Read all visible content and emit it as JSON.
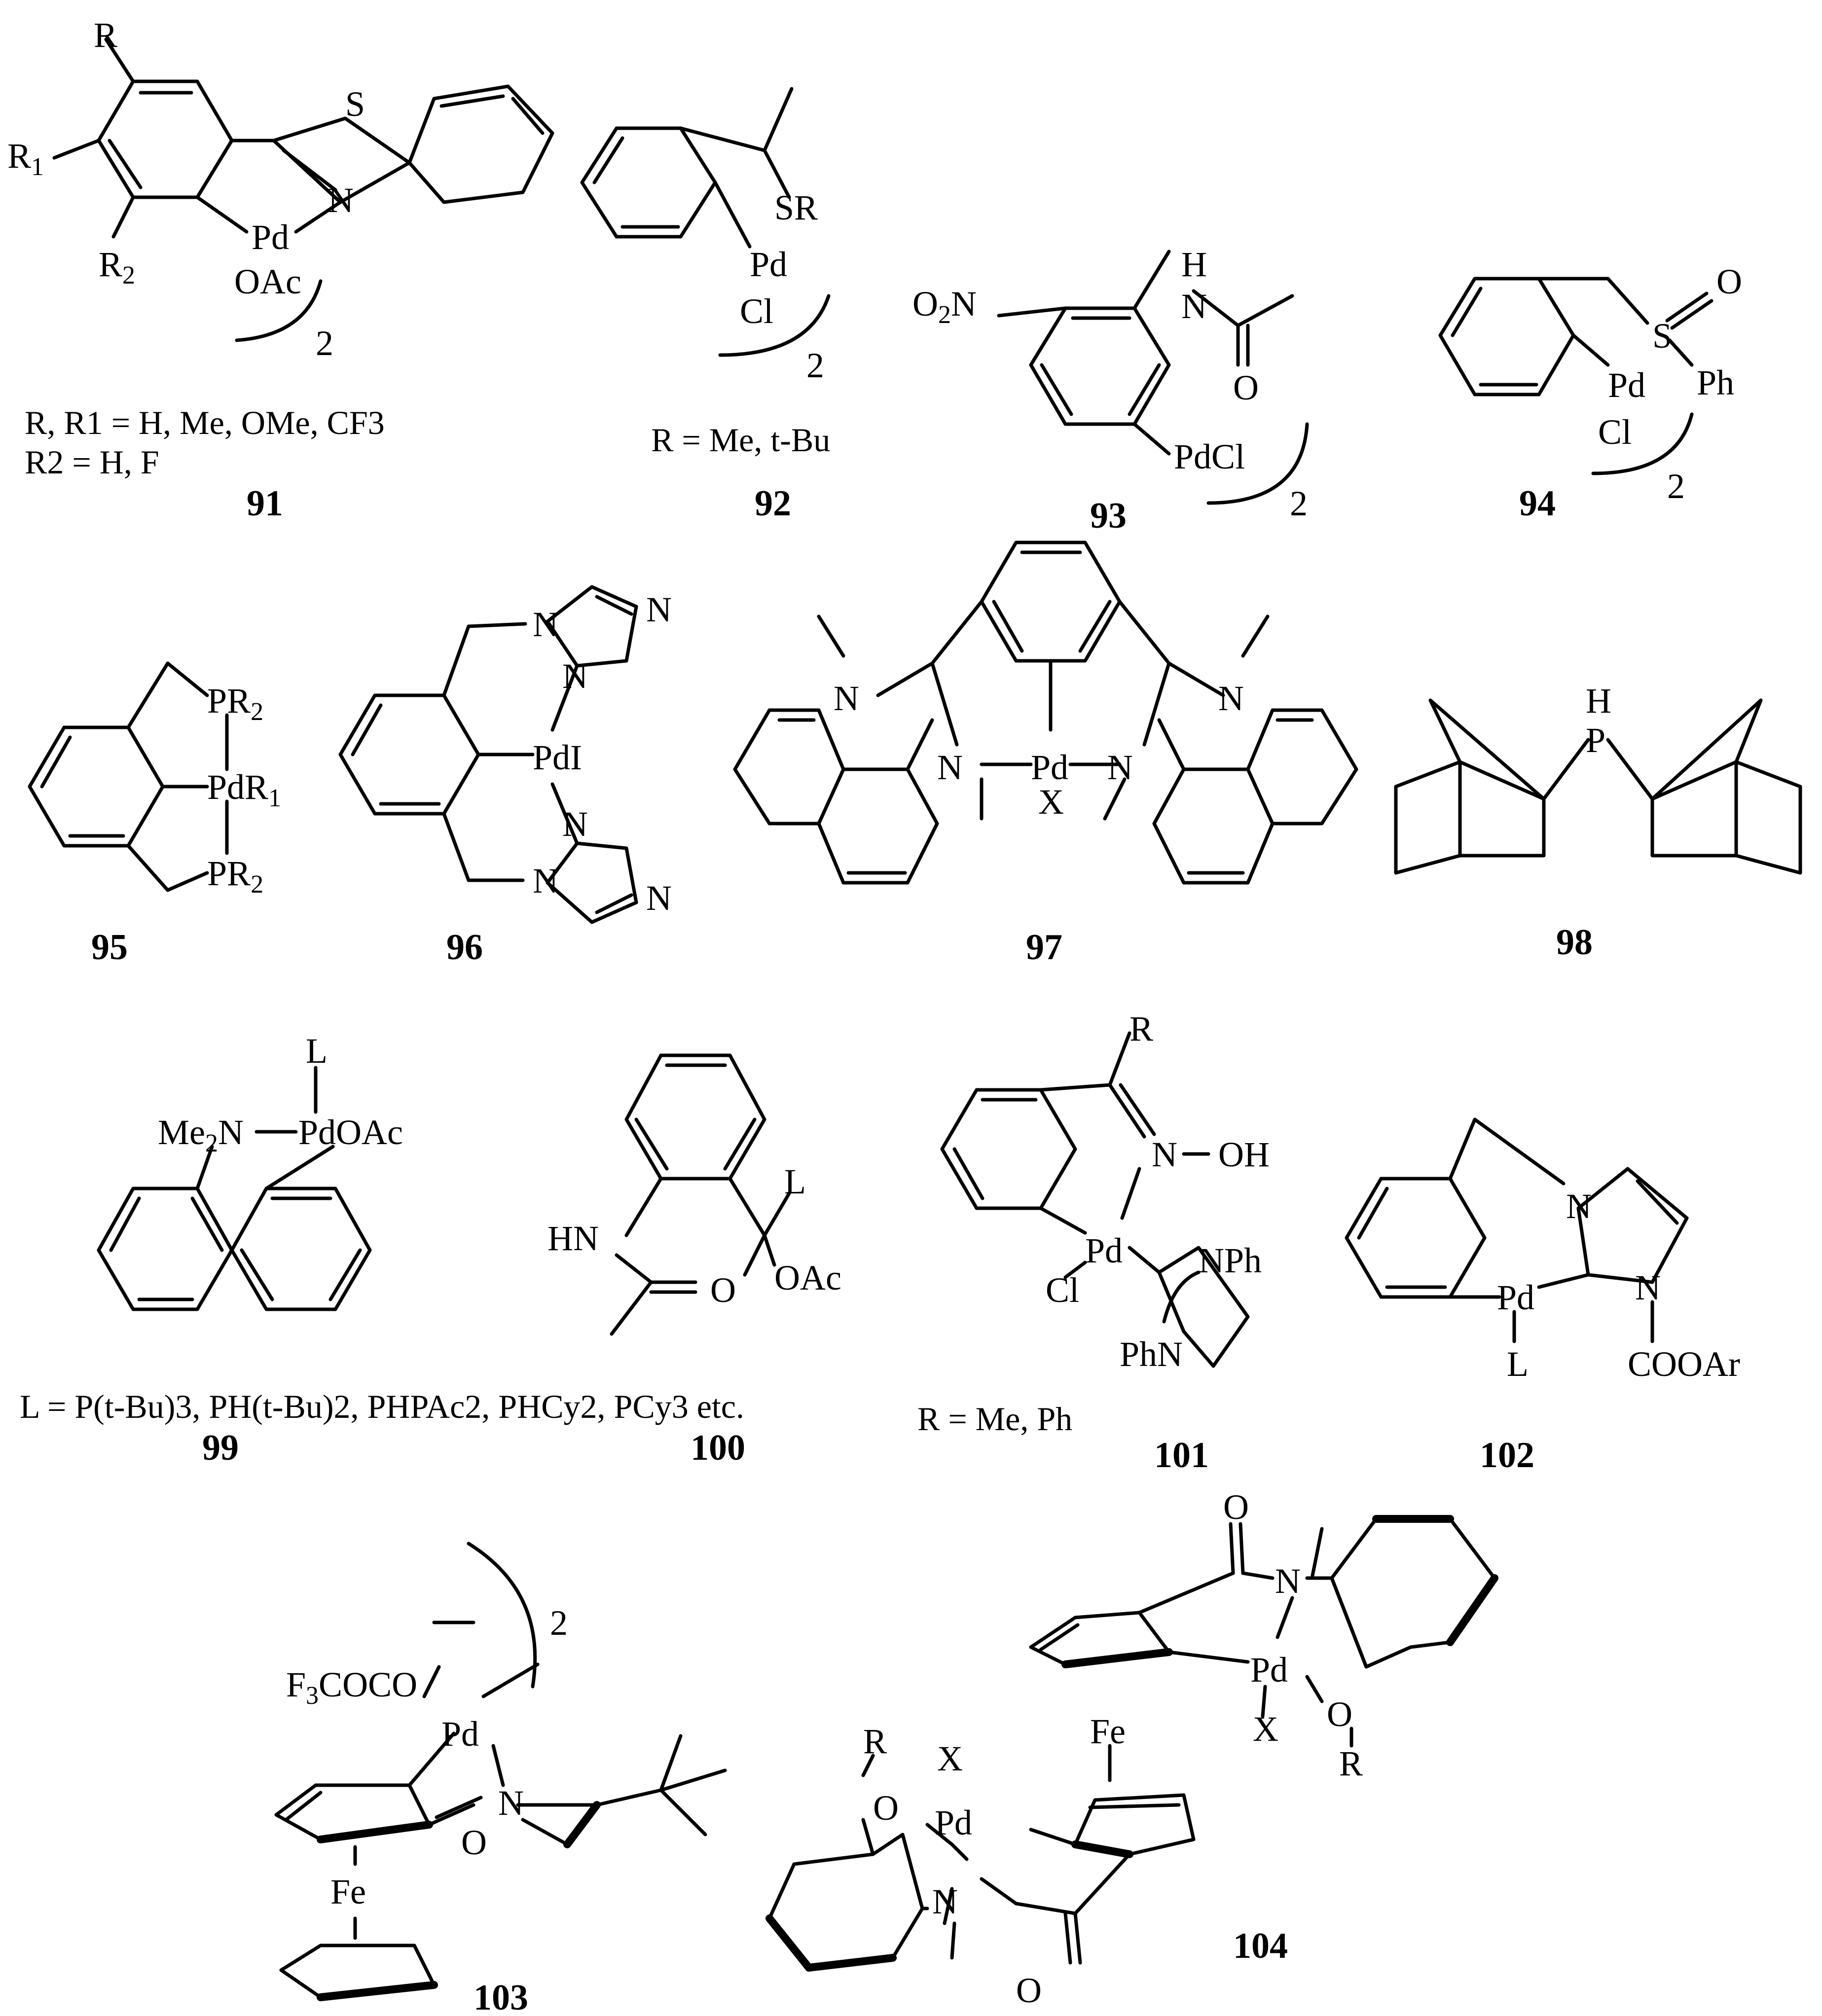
{
  "compounds": [
    {
      "number": "91",
      "substituents": [
        "R, R1 = H, Me, OMe, CF3",
        "R2 = H, F"
      ],
      "atom_labels": [
        "R",
        "R1",
        "R2",
        "S",
        "N",
        "Pd",
        "OAc",
        "2"
      ]
    },
    {
      "number": "92",
      "substituents": [
        "R = Me, t-Bu"
      ],
      "atom_labels": [
        "SR",
        "Pd",
        "Cl",
        "2"
      ]
    },
    {
      "number": "93",
      "substituents": [],
      "atom_labels": [
        "O2N",
        "H",
        "N",
        "O",
        "PdCl",
        "2"
      ]
    },
    {
      "number": "94",
      "substituents": [],
      "atom_labels": [
        "S",
        "O",
        "Ph",
        "Pd",
        "Cl",
        "2"
      ]
    },
    {
      "number": "95",
      "substituents": [],
      "atom_labels": [
        "PR2",
        "PdR1",
        "PR2"
      ]
    },
    {
      "number": "96",
      "substituents": [],
      "atom_labels": [
        "N",
        "N",
        "N",
        "PdI",
        "N",
        "N",
        "N"
      ]
    },
    {
      "number": "97",
      "substituents": [],
      "atom_labels": [
        "N",
        "N",
        "Pd",
        "X",
        "N",
        "N"
      ]
    },
    {
      "number": "98",
      "substituents": [],
      "atom_labels": [
        "H",
        "P"
      ]
    },
    {
      "number": "99",
      "substituents": [
        "L = P(t-Bu)3, PH(t-Bu)2, PHPAc2, PHCy2, PCy3 etc."
      ],
      "atom_labels": [
        "L",
        "Me2N",
        "PdOAc"
      ]
    },
    {
      "number": "100",
      "substituents": [],
      "atom_labels": [
        "HN",
        "O",
        "L",
        "OAc"
      ]
    },
    {
      "number": "101",
      "substituents": [
        "R = Me, Ph"
      ],
      "atom_labels": [
        "R",
        "N",
        "OH",
        "Pd",
        "Cl",
        "NPh",
        "PhN"
      ]
    },
    {
      "number": "102",
      "substituents": [],
      "atom_labels": [
        "N",
        "N",
        "Pd",
        "L",
        "COOAr"
      ]
    },
    {
      "number": "103",
      "substituents": [],
      "atom_labels": [
        "F3COCO",
        "2",
        "Pd",
        "N",
        "O",
        "Fe"
      ]
    },
    {
      "number": "104",
      "substituents": [],
      "atom_labels": [
        "O",
        "N",
        "Pd",
        "O",
        "X",
        "R",
        "Fe",
        "R",
        "X",
        "O",
        "Pd",
        "N",
        "O"
      ]
    }
  ]
}
